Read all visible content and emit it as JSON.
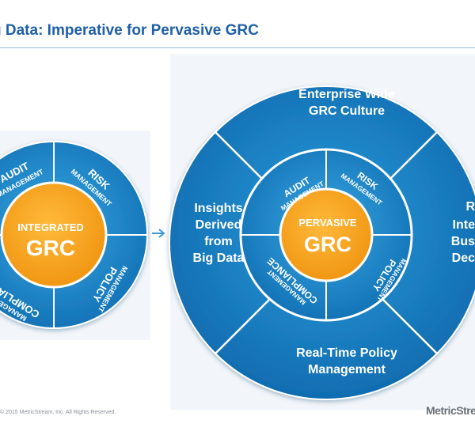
{
  "slide": {
    "title": "g Data: Imperative for Pervasive GRC",
    "footer": "© 2015 MetricStream, Inc. All Rights Reserved.",
    "brand": "MetricStrea"
  },
  "left_wheel": {
    "center_line1": "INTEGRATED",
    "center_line2": "GRC",
    "audit_line1": "AUDIT",
    "audit_line2": "MANAGEMENT",
    "risk_line1": "RISK",
    "risk_line2": "MANAGEMENT",
    "policy_line1": "POLICY",
    "policy_line2": "MANAGEMENT",
    "compliance_line1": "COMPLIANCE",
    "compliance_line2": "MANAGEMENT"
  },
  "right_wheel": {
    "center_line1": "PERVASIVE",
    "center_line2": "GRC",
    "audit_line1": "AUDIT",
    "audit_line2": "MANAGEMENT",
    "risk_line1": "RISK",
    "risk_line2": "MANAGEMENT",
    "policy_line1": "POLICY",
    "policy_line2": "MANAGEMENT",
    "compliance_line1": "COMPLIANCE",
    "compliance_line2": "MANAGEMENT",
    "outer_top_line1": "Enterprise Wide",
    "outer_top_line2": "GRC Culture",
    "outer_left_line1": "Insights",
    "outer_left_line2": "Derived",
    "outer_left_line3": "from",
    "outer_left_line4": "Big Data",
    "outer_bottom_line1": "Real-Time Policy",
    "outer_bottom_line2": "Management",
    "outer_right_line1": "R",
    "outer_right_line2": "Inte",
    "outer_right_line3": "Bus",
    "outer_right_line4": "Dec"
  },
  "colors": {
    "blue_ring": "#1e8fd0",
    "blue_outer": "#1a86c8",
    "orange_center": "#f5a623",
    "title_blue": "#1f5fa8"
  }
}
